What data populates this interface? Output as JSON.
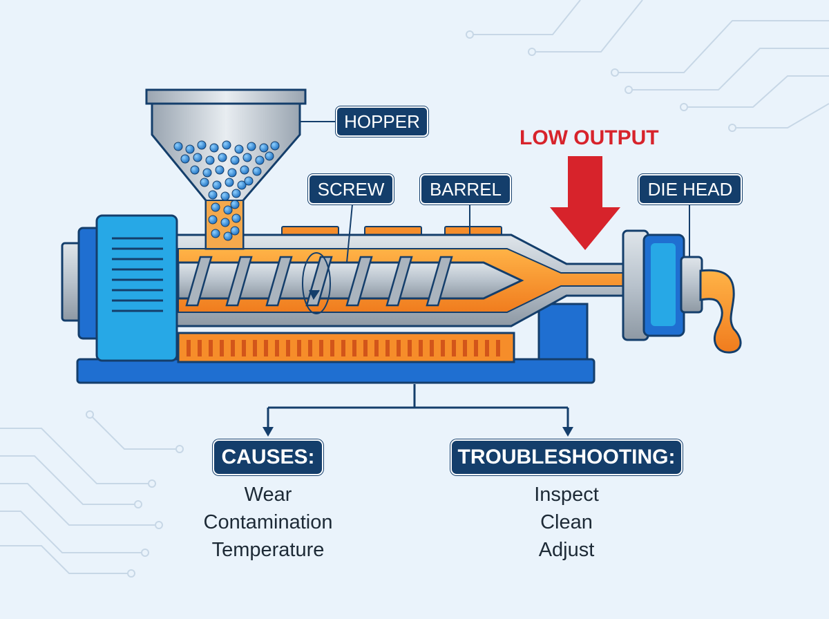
{
  "labels": {
    "hopper": "HOPPER",
    "screw": "SCREW",
    "barrel": "BARREL",
    "die_head": "DIE HEAD",
    "low_output": "LOW OUTPUT"
  },
  "causes": {
    "heading": "CAUSES:",
    "items": [
      "Wear",
      "Contamination",
      "Temperature"
    ]
  },
  "troubleshooting": {
    "heading": "TROUBLESHOOTING:",
    "items": [
      "Inspect",
      "Clean",
      "Adjust"
    ]
  },
  "colors": {
    "label_bg": "#143e6b",
    "alert": "#d7232b",
    "machine_blue": "#1f6fd1",
    "melt_orange": "#f68d2a",
    "steel": "#b9c3cd",
    "pellet": "#2f8fdc",
    "background": "#eaf3fb"
  }
}
